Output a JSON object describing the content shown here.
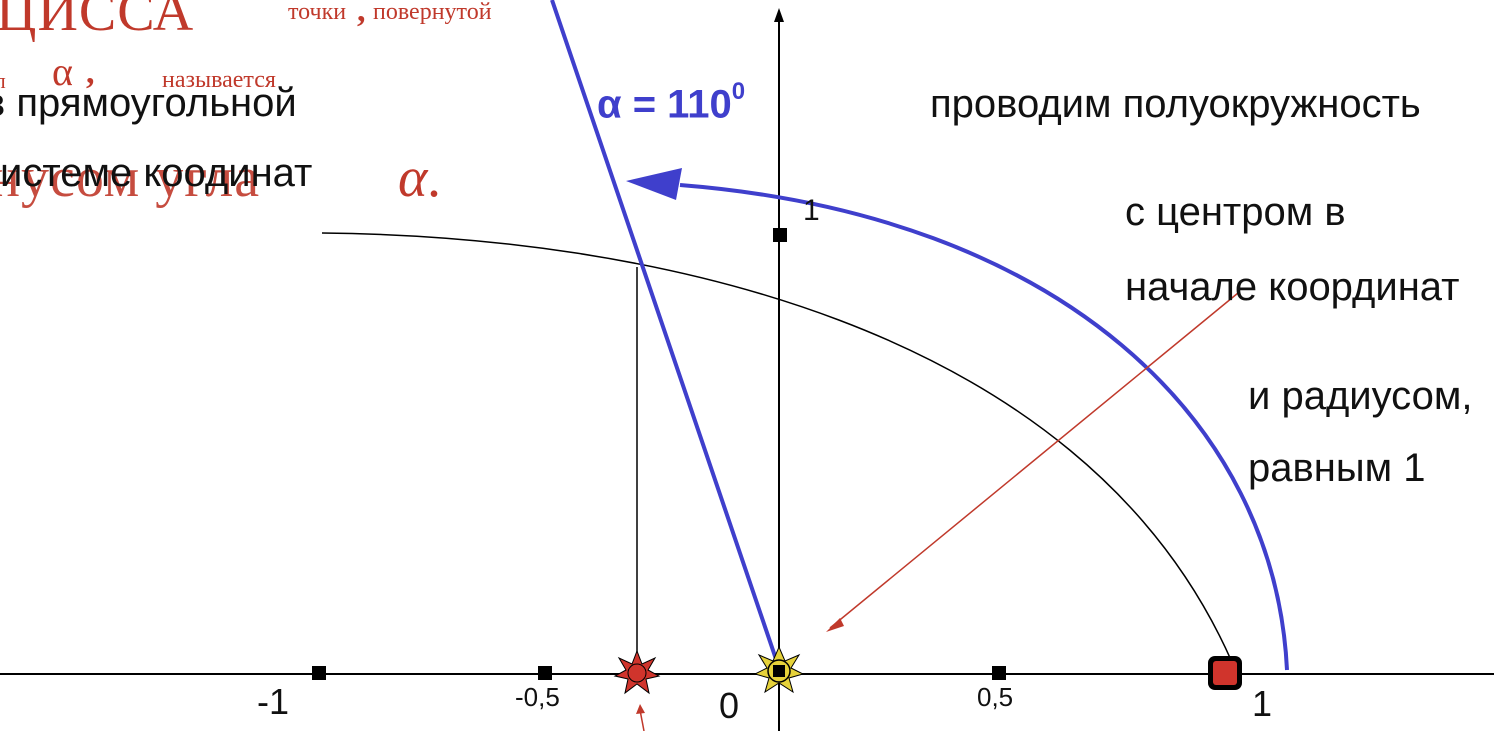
{
  "diagram": {
    "title_fragments": {
      "abscissa": "ЦИССА",
      "of_point": "точки",
      "comma": ",",
      "rotated": "повернутой",
      "alpha_a": "α",
      "alpha_sep": ",",
      "is_called": "называется",
      "cosine_of_angle": "нусом угла",
      "alpha_b": "α."
    },
    "left_text": {
      "line1": "в прямоугольной",
      "line2": "системе коодинат"
    },
    "angle_label": {
      "prefix": "α = 110",
      "superscript": "0"
    },
    "right_text": {
      "line1": "проводим полуокружность",
      "line2": "с центром в",
      "line3": "начале координат",
      "line4": "и радиусом,",
      "line5": "равным 1"
    },
    "axis_labels": {
      "minus_one": "-1",
      "minus_half": "-0,5",
      "zero": "0",
      "half": "0,5",
      "one": "1",
      "y_one": "1"
    },
    "colors": {
      "blue": "#3f3fcc",
      "red_text": "#c0392b",
      "marker_red": "#d0342c",
      "marker_yellow": "#e6d23a",
      "axis": "#000000"
    },
    "icons": {
      "origin_marker": "sun-star-icon",
      "cos_point_marker": "red-star-icon",
      "unit_point_marker": "red-square-icon"
    }
  }
}
